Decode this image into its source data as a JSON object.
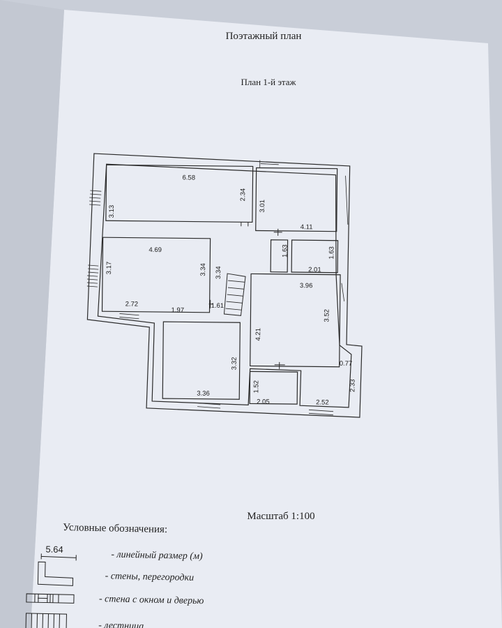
{
  "document": {
    "title": "Поэтажный план",
    "subtitle": "План 1-й этаж",
    "scale": "Масштаб 1:100"
  },
  "dimensions": [
    {
      "id": "d1",
      "text": "6.58"
    },
    {
      "id": "d2",
      "text": "2.34"
    },
    {
      "id": "d3",
      "text": "3.01"
    },
    {
      "id": "d4",
      "text": "4.11"
    },
    {
      "id": "d5",
      "text": "3.13"
    },
    {
      "id": "d6",
      "text": "4.69"
    },
    {
      "id": "d7",
      "text": "3.17"
    },
    {
      "id": "d8",
      "text": "3.34"
    },
    {
      "id": "d9",
      "text": "3.34"
    },
    {
      "id": "d10",
      "text": "1.63"
    },
    {
      "id": "d11",
      "text": "1.63"
    },
    {
      "id": "d12",
      "text": "2.01"
    },
    {
      "id": "d13",
      "text": "3.96"
    },
    {
      "id": "d14",
      "text": "2.72"
    },
    {
      "id": "d15",
      "text": "1.97"
    },
    {
      "id": "d16",
      "text": "1.61"
    },
    {
      "id": "d17",
      "text": "4.21"
    },
    {
      "id": "d18",
      "text": "3.52"
    },
    {
      "id": "d19",
      "text": "3.32"
    },
    {
      "id": "d20",
      "text": "0.77"
    },
    {
      "id": "d21",
      "text": "1.52"
    },
    {
      "id": "d22",
      "text": "2.33"
    },
    {
      "id": "d23",
      "text": "3.36"
    },
    {
      "id": "d24",
      "text": "2.05"
    },
    {
      "id": "d25",
      "text": "2.52"
    }
  ],
  "legend": {
    "title": "Условные обозначения:",
    "sample_value": "5.64",
    "items": [
      {
        "text": "- линейный размер (м)",
        "icon": "dimension-icon"
      },
      {
        "text": "- стены, перегородки",
        "icon": "wall-icon"
      },
      {
        "text": "- стена с окном и дверью",
        "icon": "window-door-icon"
      },
      {
        "text": "- лестница",
        "icon": "stairs-icon"
      }
    ]
  },
  "colors": {
    "paper": "#e9ecf3",
    "background": "#c9ced8",
    "ink": "#222222"
  }
}
